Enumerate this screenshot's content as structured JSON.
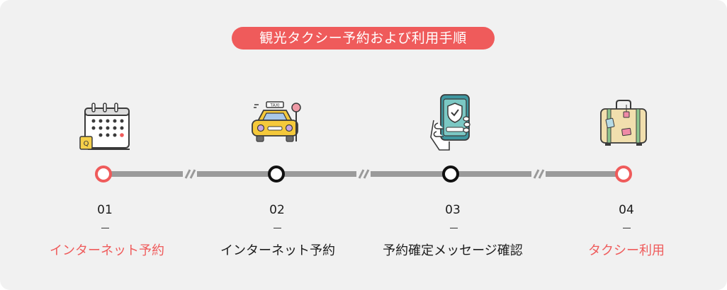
{
  "title": "観光タクシー予約および利用手順",
  "colors": {
    "accent": "#ef5b5b",
    "line": "#9a9a9a",
    "panel": "#f1f1f1",
    "text": "#1c1c1c"
  },
  "steps": [
    {
      "number": "01",
      "label": "インターネット予約",
      "icon": "calendar-icon",
      "active": true
    },
    {
      "number": "02",
      "label": "インターネット予約",
      "icon": "taxi-icon",
      "active": false
    },
    {
      "number": "03",
      "label": "予約確定メッセージ確認",
      "icon": "phone-check-icon",
      "active": false
    },
    {
      "number": "04",
      "label": "タクシー利用",
      "icon": "suitcase-icon",
      "active": true
    }
  ],
  "icon_text": {
    "taxi_sign": "TAXI",
    "calendar_tag": "Q"
  }
}
